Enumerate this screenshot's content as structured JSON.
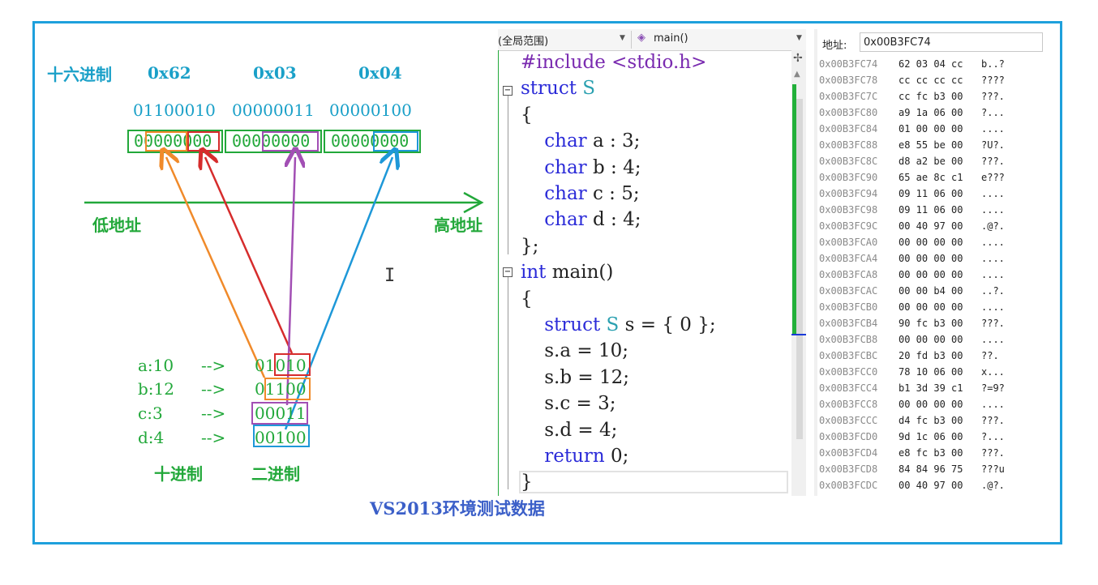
{
  "diagram": {
    "hex_label": "十六进制",
    "hex_values": [
      "0x62",
      "0x03",
      "0x04"
    ],
    "binary_values": [
      "01100010",
      "00000011",
      "00000100"
    ],
    "bit_groups": [
      "00000000",
      "00000000",
      "00000000"
    ],
    "low_addr": "低地址",
    "high_addr": "高地址",
    "fields": [
      {
        "name": "a:10",
        "arrow": "-->",
        "bits": "01010"
      },
      {
        "name": "b:12",
        "arrow": "-->",
        "bits": "01100"
      },
      {
        "name": "c:3",
        "arrow": "-->",
        "bits": "00011"
      },
      {
        "name": "d:4",
        "arrow": "-->",
        "bits": "00100"
      }
    ],
    "decimal_label": "十进制",
    "binary_label": "二进制",
    "caption": "VS2013环境测试数据",
    "colors": {
      "orange": "#f08a2a",
      "red": "#d62c2c",
      "purple": "#a24fb4",
      "blue": "#1e98d8",
      "green": "#22a83a",
      "frame": "#1ea0dc"
    }
  },
  "code_editor": {
    "scope_dropdown": "(全局范围)",
    "function_dropdown": "main()",
    "lines": [
      {
        "parts": [
          {
            "t": "#include ",
            "c": "pp"
          },
          {
            "t": "<stdio.h>",
            "c": "pp"
          }
        ]
      },
      {
        "parts": [
          {
            "t": "struct ",
            "c": "kw"
          },
          {
            "t": "S",
            "c": "ty"
          }
        ]
      },
      {
        "parts": [
          {
            "t": "{",
            "c": "tx"
          }
        ]
      },
      {
        "parts": [
          {
            "t": "    char ",
            "c": "kw"
          },
          {
            "t": "a : 3;",
            "c": "tx"
          }
        ]
      },
      {
        "parts": [
          {
            "t": "    char ",
            "c": "kw"
          },
          {
            "t": "b : 4;",
            "c": "tx"
          }
        ]
      },
      {
        "parts": [
          {
            "t": "    char ",
            "c": "kw"
          },
          {
            "t": "c : 5;",
            "c": "tx"
          }
        ]
      },
      {
        "parts": [
          {
            "t": "    char ",
            "c": "kw"
          },
          {
            "t": "d : 4;",
            "c": "tx"
          }
        ]
      },
      {
        "parts": [
          {
            "t": "};",
            "c": "tx"
          }
        ]
      },
      {
        "parts": [
          {
            "t": "int ",
            "c": "kw"
          },
          {
            "t": "main()",
            "c": "tx"
          }
        ]
      },
      {
        "parts": [
          {
            "t": "{",
            "c": "tx"
          }
        ]
      },
      {
        "parts": [
          {
            "t": "    struct ",
            "c": "kw"
          },
          {
            "t": "S ",
            "c": "ty"
          },
          {
            "t": "s = { 0 };",
            "c": "tx"
          }
        ]
      },
      {
        "parts": [
          {
            "t": "    s.a = 10;",
            "c": "tx"
          }
        ]
      },
      {
        "parts": [
          {
            "t": "    s.b = 12;",
            "c": "tx"
          }
        ]
      },
      {
        "parts": [
          {
            "t": "    s.c = 3;",
            "c": "tx"
          }
        ]
      },
      {
        "parts": [
          {
            "t": "    s.d = 4;",
            "c": "tx"
          }
        ]
      },
      {
        "parts": [
          {
            "t": "    return ",
            "c": "kw"
          },
          {
            "t": "0;",
            "c": "tx"
          }
        ]
      },
      {
        "parts": [
          {
            "t": "}",
            "c": "tx"
          }
        ]
      }
    ]
  },
  "memory": {
    "address_label": "地址:",
    "address_value": "0x00B3FC74",
    "rows": [
      {
        "addr": "0x00B3FC74",
        "bytes": "62 03 04 cc",
        "ascii": "b..?"
      },
      {
        "addr": "0x00B3FC78",
        "bytes": "cc cc cc cc",
        "ascii": "????"
      },
      {
        "addr": "0x00B3FC7C",
        "bytes": "cc fc b3 00",
        "ascii": "???."
      },
      {
        "addr": "0x00B3FC80",
        "bytes": "a9 1a 06 00",
        "ascii": "?..."
      },
      {
        "addr": "0x00B3FC84",
        "bytes": "01 00 00 00",
        "ascii": "...."
      },
      {
        "addr": "0x00B3FC88",
        "bytes": "e8 55 be 00",
        "ascii": "?U?."
      },
      {
        "addr": "0x00B3FC8C",
        "bytes": "d8 a2 be 00",
        "ascii": "???."
      },
      {
        "addr": "0x00B3FC90",
        "bytes": "65 ae 8c c1",
        "ascii": "e???"
      },
      {
        "addr": "0x00B3FC94",
        "bytes": "09 11 06 00",
        "ascii": "...."
      },
      {
        "addr": "0x00B3FC98",
        "bytes": "09 11 06 00",
        "ascii": "...."
      },
      {
        "addr": "0x00B3FC9C",
        "bytes": "00 40 97 00",
        "ascii": ".@?."
      },
      {
        "addr": "0x00B3FCA0",
        "bytes": "00 00 00 00",
        "ascii": "...."
      },
      {
        "addr": "0x00B3FCA4",
        "bytes": "00 00 00 00",
        "ascii": "...."
      },
      {
        "addr": "0x00B3FCA8",
        "bytes": "00 00 00 00",
        "ascii": "...."
      },
      {
        "addr": "0x00B3FCAC",
        "bytes": "00 00 b4 00",
        "ascii": "..?."
      },
      {
        "addr": "0x00B3FCB0",
        "bytes": "00 00 00 00",
        "ascii": "...."
      },
      {
        "addr": "0x00B3FCB4",
        "bytes": "90 fc b3 00",
        "ascii": "???."
      },
      {
        "addr": "0x00B3FCB8",
        "bytes": "00 00 00 00",
        "ascii": "...."
      },
      {
        "addr": "0x00B3FCBC",
        "bytes": "20 fd b3 00",
        "ascii": " ??."
      },
      {
        "addr": "0x00B3FCC0",
        "bytes": "78 10 06 00",
        "ascii": "x..."
      },
      {
        "addr": "0x00B3FCC4",
        "bytes": "b1 3d 39 c1",
        "ascii": "?=9?"
      },
      {
        "addr": "0x00B3FCC8",
        "bytes": "00 00 00 00",
        "ascii": "...."
      },
      {
        "addr": "0x00B3FCCC",
        "bytes": "d4 fc b3 00",
        "ascii": "???."
      },
      {
        "addr": "0x00B3FCD0",
        "bytes": "9d 1c 06 00",
        "ascii": "?..."
      },
      {
        "addr": "0x00B3FCD4",
        "bytes": "e8 fc b3 00",
        "ascii": "???."
      },
      {
        "addr": "0x00B3FCD8",
        "bytes": "84 84 96 75",
        "ascii": "???u"
      },
      {
        "addr": "0x00B3FCDC",
        "bytes": "00 40 97 00",
        "ascii": ".@?."
      }
    ]
  }
}
